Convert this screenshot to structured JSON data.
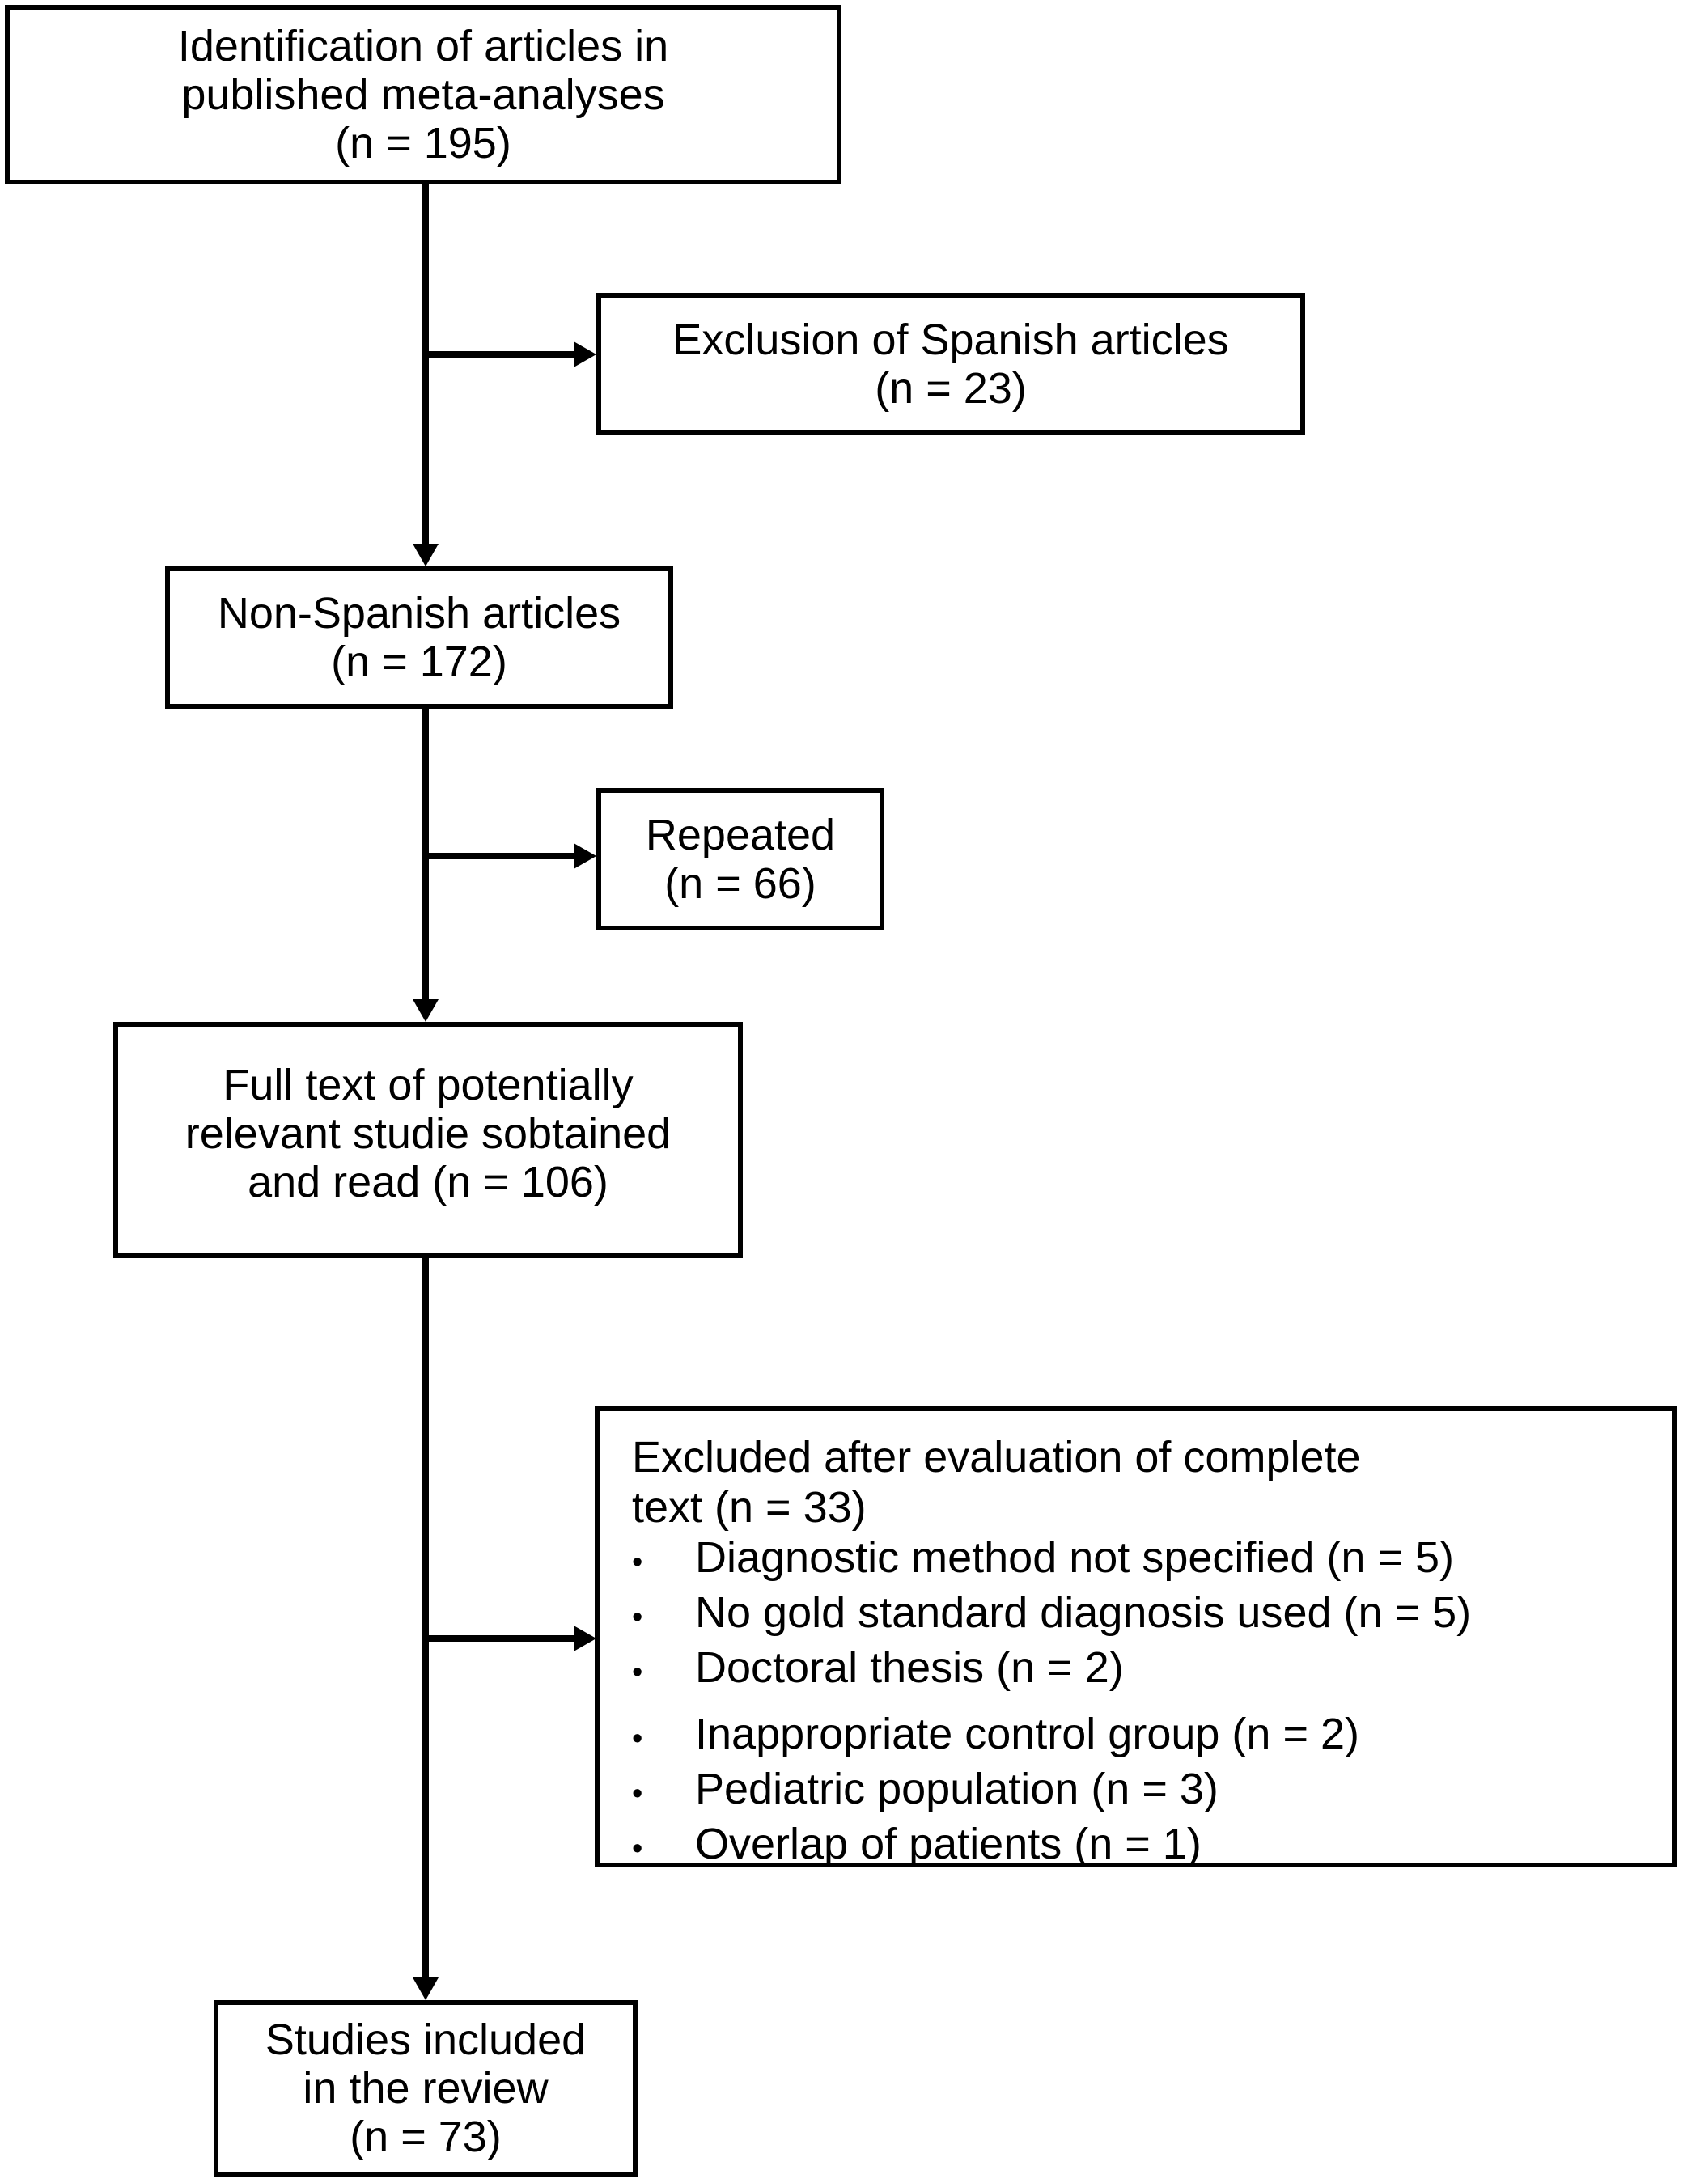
{
  "colors": {
    "ink": "#000000",
    "paper": "#ffffff"
  },
  "boxes": {
    "identification": {
      "lines": [
        "Identification of articles in",
        "published meta-analyses",
        "(n = 195)"
      ]
    },
    "exclusion_spanish": {
      "lines": [
        "Exclusion of Spanish articles",
        "(n = 23)"
      ]
    },
    "non_spanish": {
      "lines": [
        "Non-Spanish articles",
        "(n = 172)"
      ]
    },
    "repeated": {
      "lines": [
        "Repeated",
        "(n = 66)"
      ]
    },
    "full_text": {
      "lines": [
        "Full text of potentially",
        "relevant studie sobtained",
        "and read (n = 106)"
      ]
    },
    "excluded_after_evaluation": {
      "heading_lines": [
        "Excluded after evaluation of complete",
        "text (n = 33)"
      ],
      "bullet_char": "•",
      "bullets": [
        "Diagnostic method not specified (n = 5)",
        "No gold standard diagnosis used (n = 5)",
        "Doctoral thesis (n = 2)",
        "Inappropriate control group (n = 2)",
        "Pediatric population (n = 3)",
        "Overlap of patients (n = 1)"
      ]
    },
    "included": {
      "lines": [
        "Studies included",
        "in the review",
        "(n = 73)"
      ]
    }
  }
}
